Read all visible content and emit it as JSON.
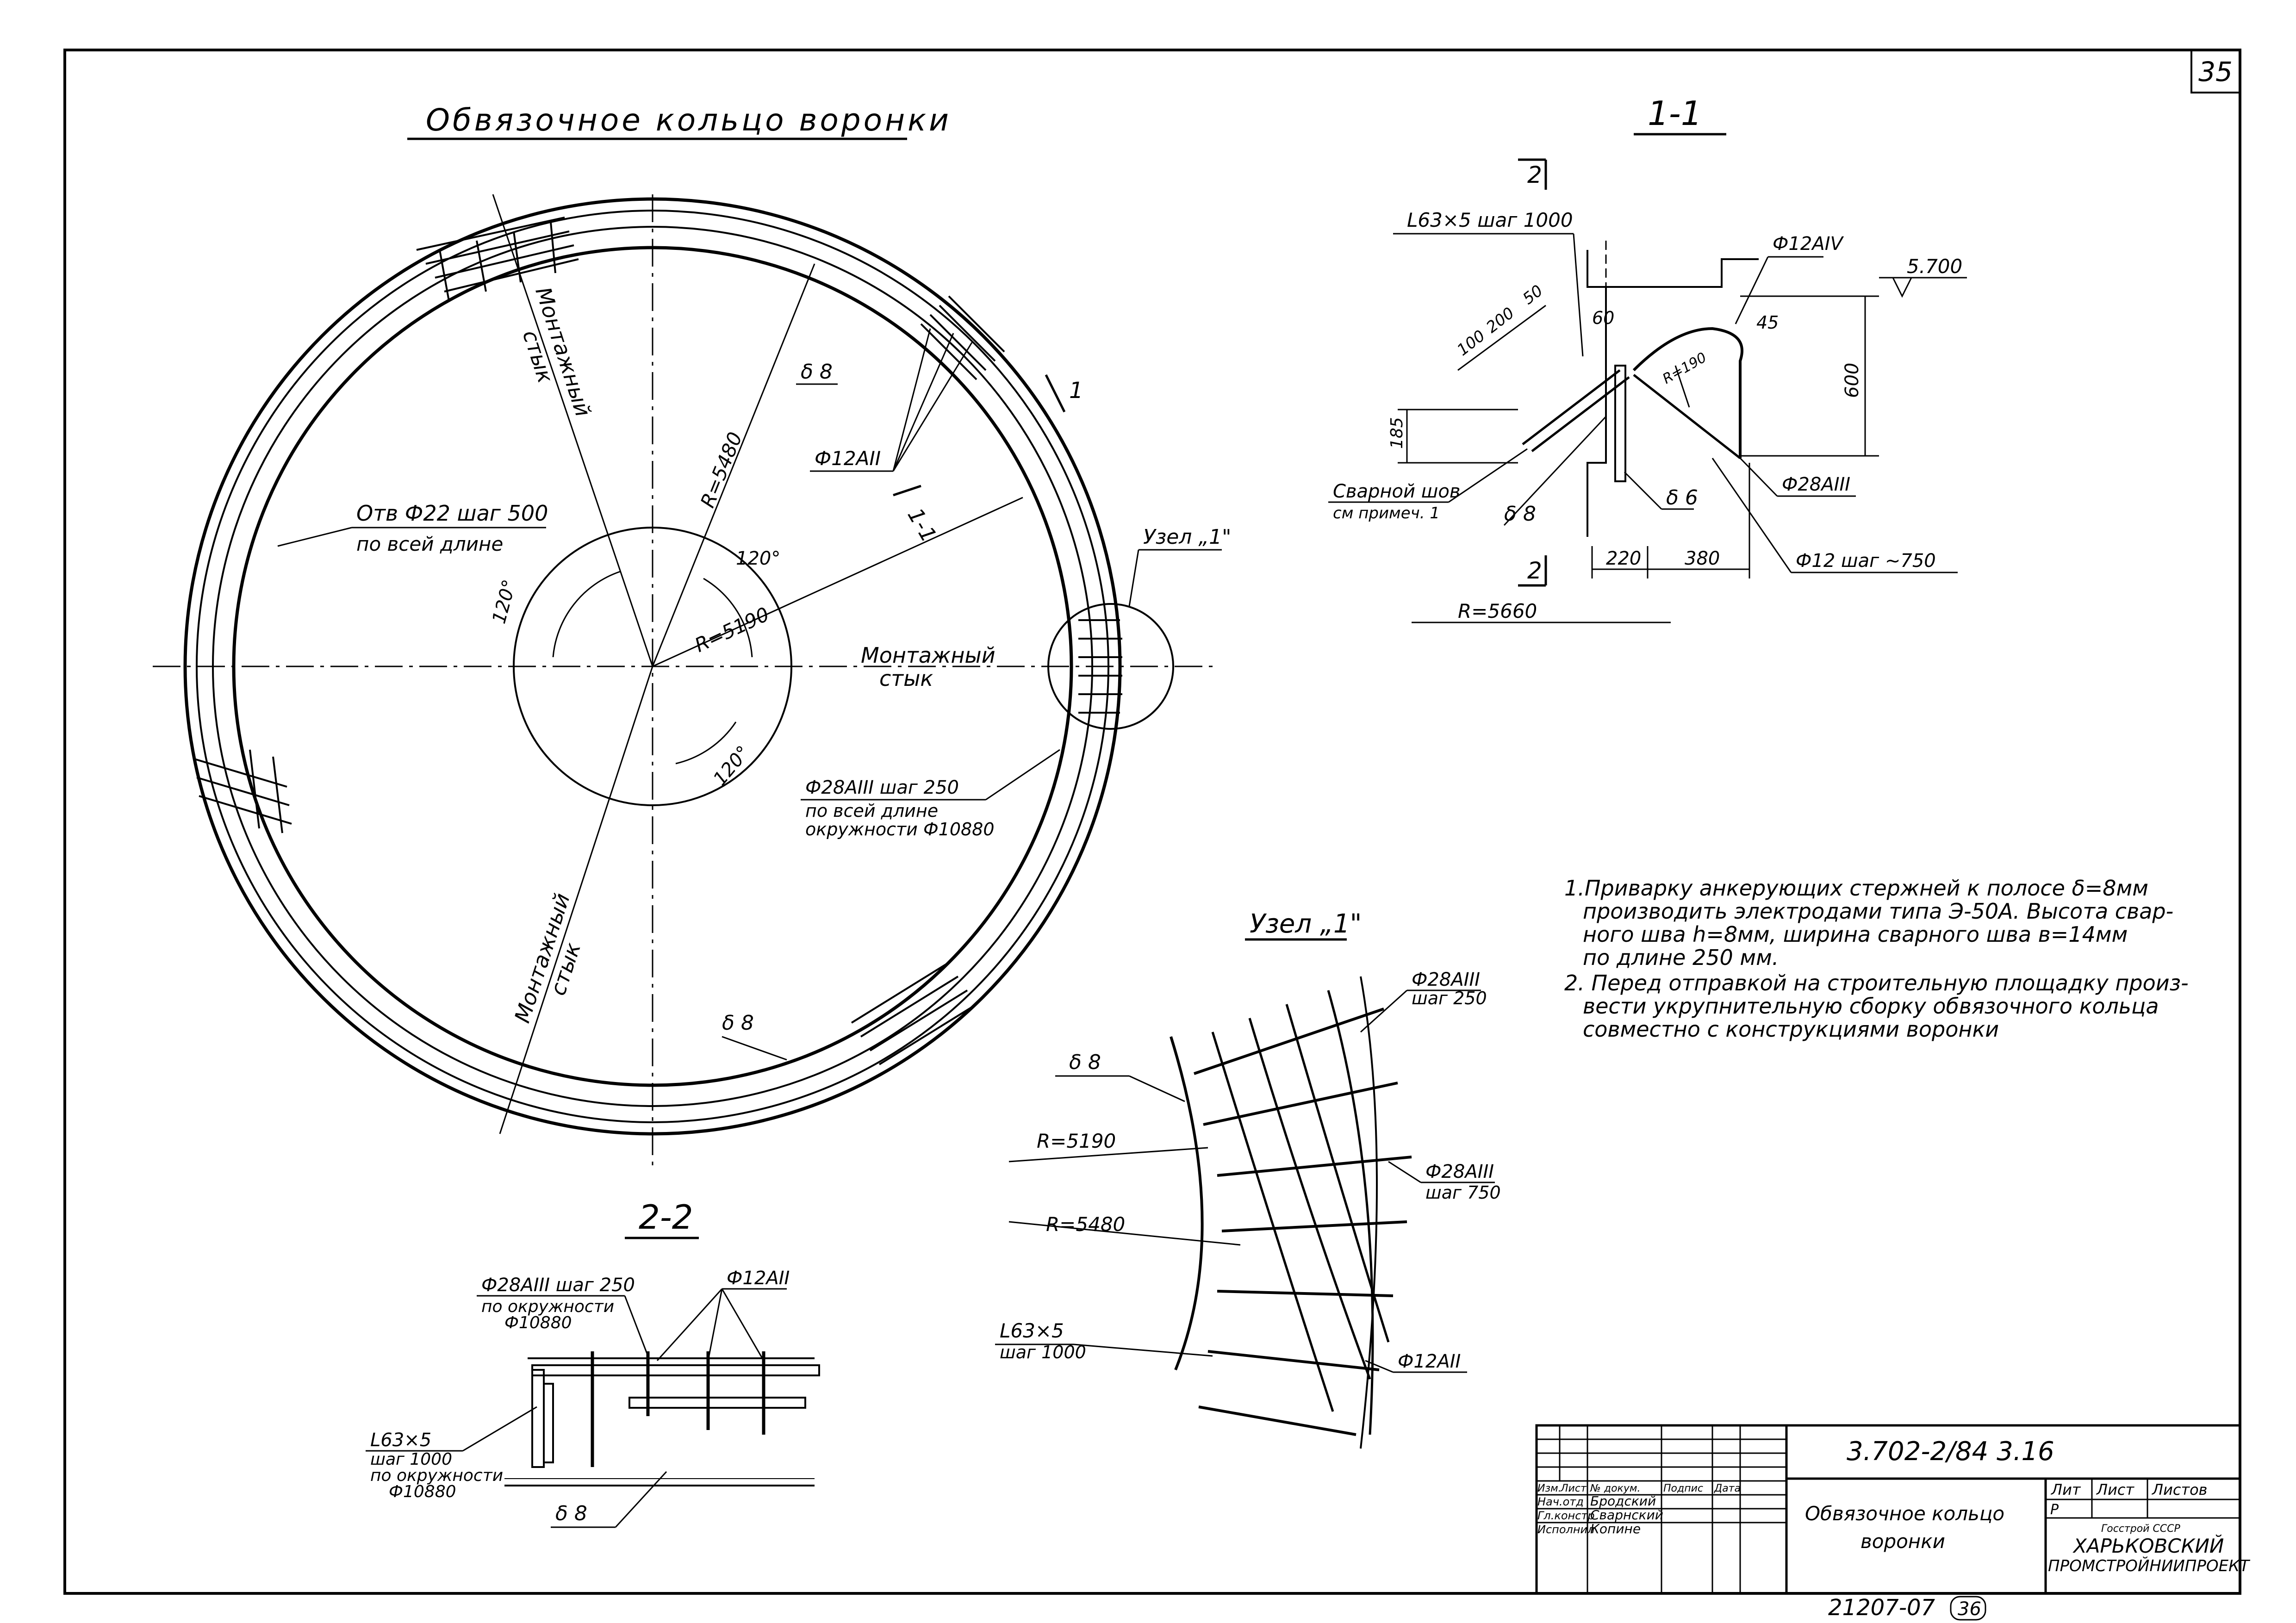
{
  "sheet_number": "35",
  "main_view": {
    "title": "Обвязочное кольцо воронки",
    "hole_callout": [
      "Отв Ф22 шаг 500",
      "по всей длине"
    ],
    "joint_label": [
      "Монтажный",
      "стык"
    ],
    "angle_label": "120°",
    "inner_radius": "R=5190",
    "outer_radius": "R=5480",
    "rebar_callout": [
      "Ф28АIII шаг 250",
      "по всей длине",
      "окружности Ф10880"
    ],
    "bar_label": "Ф12АII",
    "plate_label": "δ 8",
    "node_label": "Узел „1\"",
    "section_mark": "1",
    "section_mark_alt": "1-1"
  },
  "section_1_1": {
    "title": "1-1",
    "cut_mark": "2",
    "angle": "L63×5  шаг 1000",
    "top_rebar": "Ф12АIV",
    "elevation": "5.700",
    "dims_slope": [
      "100",
      "200",
      "50"
    ],
    "dim_60": "60",
    "dim_45": "45",
    "dim_600": "600",
    "dim_185": "185",
    "bend_radius": "R=190",
    "weld": [
      "Сварной шов",
      "см примеч. 1"
    ],
    "plate_8": "δ 8",
    "plate_6": "δ 6",
    "rebar_28": "Ф28АIII",
    "rebar_12": "Ф12  шаг ~750",
    "dim_220": "220",
    "dim_380": "380",
    "radius": "R=5660"
  },
  "notes": [
    [
      "1.Приварку анкерующих стержней к полосе δ=8мм",
      "производить электродами типа Э-50А. Высота свар-",
      "ного шва h=8мм, ширина сварного шва в=14мм",
      "по длине 250 мм."
    ],
    [
      "2. Перед отправкой на строительную площадку произ-",
      "вести укрупнительную сборку обвязочного кольца",
      "совместно с конструкциями воронки"
    ]
  ],
  "node_1": {
    "title": "Узел „1\"",
    "rebar_top": [
      "Ф28АIII",
      "шаг 250"
    ],
    "plate": "δ 8",
    "r_inner": "R=5190",
    "r_outer": "R=5480",
    "rebar_mid": [
      "Ф28АIII",
      "шаг 750"
    ],
    "angle": [
      "L63×5",
      "шаг 1000"
    ],
    "bar": "Ф12АII"
  },
  "section_2_2": {
    "title": "2-2",
    "rebar": [
      "Ф28АIII  шаг 250",
      "по окружности",
      "Ф10880"
    ],
    "bar": "Ф12АII",
    "angle": [
      "L63×5",
      "шаг 1000",
      "по окружности",
      "Ф10880"
    ],
    "plate": "δ 8"
  },
  "title_block": {
    "code": "3.702-2/84 3.16",
    "header_cells": [
      "Изм.",
      "Лист",
      "№ докум.",
      "Подпис",
      "Дата"
    ],
    "rows": [
      [
        "Нач.отд",
        "Бродский"
      ],
      [
        "Гл.констр",
        "Сварнский"
      ],
      [
        "Исполнил",
        "Копине"
      ]
    ],
    "name": [
      "Обвязочное кольцо",
      "воронки"
    ],
    "lit_headers": [
      "Лит",
      "Лист",
      "Листов"
    ],
    "lit_value": "Р",
    "org": [
      "Госстрой СССР",
      "ХАРЬКОВСКИЙ",
      "ПРОМСТРОЙНИИПРОЕКТ"
    ]
  },
  "inventory_number": "21207-07",
  "inventory_sheet": "36"
}
